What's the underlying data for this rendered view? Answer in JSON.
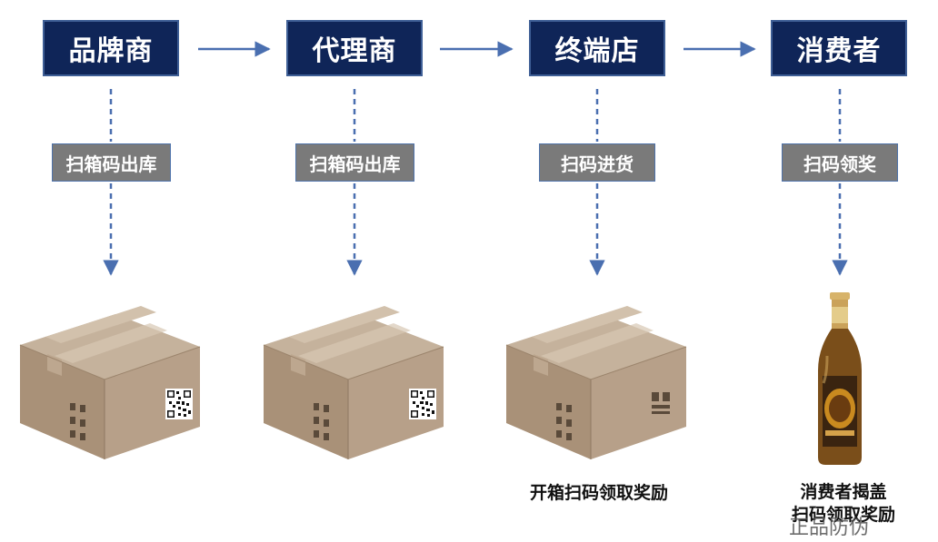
{
  "stages": [
    {
      "label": "品牌商"
    },
    {
      "label": "代理商"
    },
    {
      "label": "终端店"
    },
    {
      "label": "消费者"
    }
  ],
  "actions": [
    {
      "label": "扫箱码出库"
    },
    {
      "label": "扫箱码出库"
    },
    {
      "label": "扫码进货"
    },
    {
      "label": "扫码领奖"
    }
  ],
  "captions": {
    "box3": "开箱扫码领取奖励",
    "bottle_line1": "消费者揭盖",
    "bottle_line2": "扫码领取奖励"
  },
  "watermark": "正品防伪",
  "colors": {
    "stage_bg": "#0f2558",
    "action_bg": "#7a7a7a",
    "arrow": "#4a6fb0",
    "carton": "#b39a7f"
  }
}
